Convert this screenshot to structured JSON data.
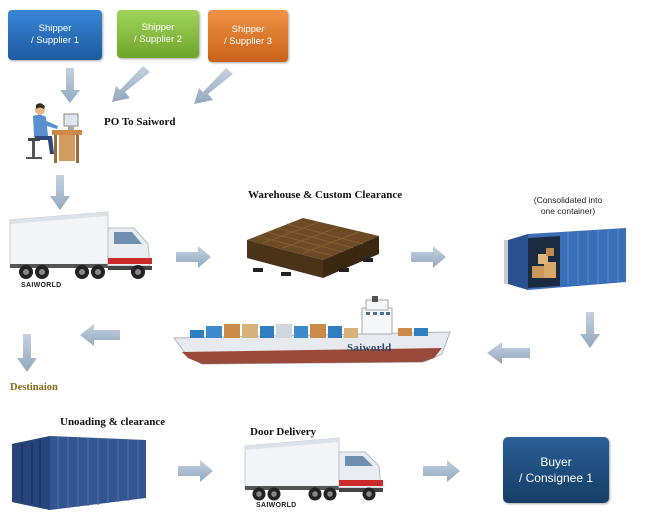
{
  "shippers": [
    {
      "line1": "Shipper",
      "line2": "/ Supplier 1",
      "color": "#2e6db4"
    },
    {
      "line1": "Shipper",
      "line2": "/ Supplier 2",
      "color": "#8cc63f"
    },
    {
      "line1": "Shipper",
      "line2": "/ Supplier 3",
      "color": "#e07a2a"
    }
  ],
  "po_label": "PO To Saiword",
  "warehouse_label": "Warehouse & Custom Clearance",
  "consolidated_line1": "(Consolidated into",
  "consolidated_line2": "one container)",
  "truck_brand_top": "SAIWORLD",
  "ship_brand": "Saiworld",
  "destination_label": "Destinaion",
  "unloading_label": "Unoading & clearance",
  "door_delivery_label": "Door Delivery",
  "truck_brand_bottom": "SAIWORLD",
  "buyer": {
    "line1": "Buyer",
    "line2": "/ Consignee 1",
    "color": "#1f4e79"
  },
  "colors": {
    "arrow": "#a9bcd0",
    "destination": "#8a6a1a",
    "container_blue": "#2f5d9e",
    "container_dark": "#2a3f6b"
  }
}
